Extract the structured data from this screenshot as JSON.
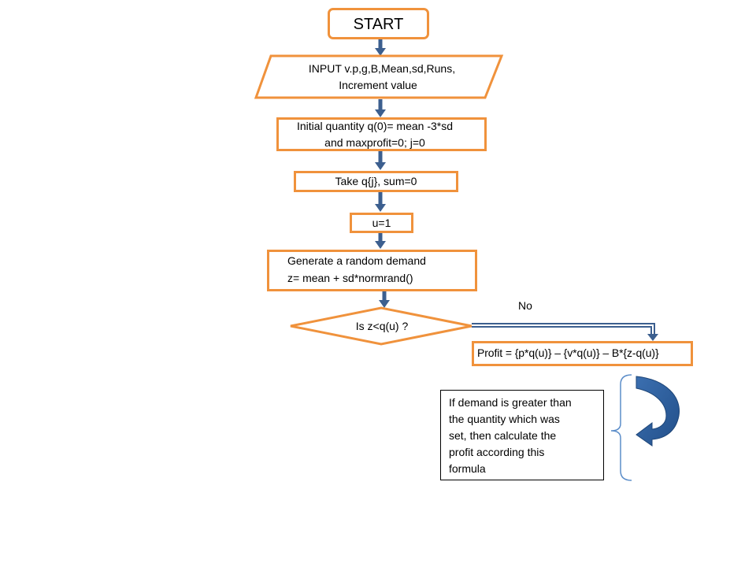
{
  "flowchart": {
    "start": "START",
    "input_line1": "INPUT v.p,g,B,Mean,sd,Runs,",
    "input_line2": "Increment  value",
    "init_line1": "Initial quantity q(0)= mean -3*sd",
    "init_line2": "and maxprofit=0; j=0",
    "take": "Take q{j}, sum=0",
    "u_init": "u=1",
    "generate_line1": "Generate  a random demand",
    "generate_line2": "z= mean + sd*normrand()",
    "decision": "Is z<q(u)  ?",
    "no_label": "No",
    "profit": "Profit = {p*q(u)}  – {v*q(u)}  – B*{z-q(u)}"
  },
  "note": {
    "line1": "If demand  is greater than",
    "line2": "the quantity which was",
    "line3": "set, then calculate  the",
    "line4": "profit according this",
    "line5": "formula"
  },
  "colors": {
    "box_border": "#f0923c",
    "arrow": "#3c5f8f",
    "brace": "#5b8dc9",
    "curved_arrow": "#2f5f9e"
  }
}
